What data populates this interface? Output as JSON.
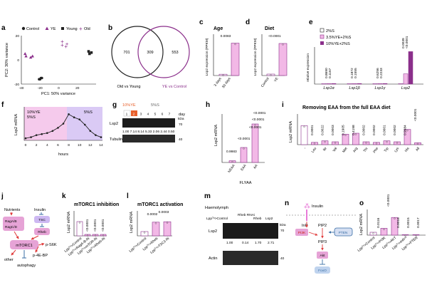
{
  "colors": {
    "purple": "#8b2f8b",
    "pink": "#f2b8e6",
    "lav": "#cdb8f2",
    "magenta": "#e87ad8",
    "blue": "#3a6ea5",
    "red": "#e03a3a",
    "orange": "#e8602c",
    "mtor": "#e6a3d6"
  },
  "a": {
    "label": "a",
    "legend": [
      "Control",
      "YE",
      "Young",
      "Old"
    ],
    "xlabel": "PC1: 50% variance",
    "ylabel": "PC2: 30% variance"
  },
  "b": {
    "label": "b",
    "n_left": "701",
    "n_mid": "309",
    "n_right": "553",
    "left_caption": "Old vs Young",
    "right_caption": "YE vs Control"
  },
  "c": {
    "label": "c",
    "title": "Age",
    "ylabel": "Lsp2 expression (FPKM)",
    "x": [
      "3 days",
      "50 days"
    ],
    "p": "0.0083"
  },
  "d": {
    "label": "d",
    "title": "Diet",
    "ylabel": "Lsp2 expression (FPKM)",
    "x": [
      "Control",
      "YE"
    ],
    "p": "<0.0001"
  },
  "e": {
    "label": "e",
    "legend": [
      "2%S",
      "3.5%YE+2%S",
      "10%YE+2%S"
    ],
    "ylabel": "relative expression",
    "x": [
      "Lsp1α",
      "Lsp1β",
      "Lsp1γ",
      "Lsp2"
    ],
    "p": [
      "0.8690",
      "0.1167",
      "0.1872",
      "0.1555",
      "0.6256",
      "0.2233",
      "0.0039",
      "<0.0001"
    ]
  },
  "f": {
    "label": "f",
    "ylabel": "Lsp2 mRNA",
    "xlabel": "hours",
    "ann1": "10%YE",
    "ann2": "5%S",
    "ann3": "5%S"
  },
  "g": {
    "label": "g",
    "ye": "10%YE",
    "s": "5%S",
    "lanes": [
      "1",
      "2",
      "3",
      "4",
      "5",
      "6",
      "7"
    ],
    "day": "day",
    "rows": [
      "Lsp2",
      "Tubulin"
    ],
    "kda": "kDa",
    "m1": "70",
    "m2": "40",
    "ratios": "1.00 7.14 8.14 5.33 2.06 2.44 0.50"
  },
  "h": {
    "label": "h",
    "ylabel": "Lsp2 mRNA",
    "x": [
      "NEAA",
      "EAA",
      "AA"
    ],
    "xlabel": "FLYAA",
    "p": [
      "0.9983",
      "<0.0001",
      "<0.0001",
      "<0.0001",
      "<0.0001"
    ]
  },
  "i": {
    "label": "i",
    "title": "Removing EAA  from the full EAA diet",
    "ylabel": "Lsp2 mRNA",
    "x": [
      "-",
      "Leu",
      "Ile",
      "Val",
      "Met",
      "Arg",
      "Thr",
      "Phe",
      "Trp",
      "Lys",
      "His",
      "All"
    ],
    "p": [
      "0.0001",
      "0.0022",
      "0.0003",
      "0.1905",
      "0.4198",
      "0.0002",
      "0.0002",
      "0.0001",
      "0.0002",
      "0.9684",
      "<0.0001"
    ]
  },
  "j": {
    "label": "j",
    "nutrients": "Nutrients",
    "insulin": "Insulin",
    "rag1": "RagA/B",
    "rag2": "RagC/D",
    "tsc": "TSC",
    "rheb": "Rheb",
    "mtorc1": "mTORC1",
    "other": "other",
    "autophagy": "autophagy",
    "s6k": "p-S6K",
    "ebp": "p-4E-BP"
  },
  "k": {
    "label": "k",
    "title": "mTORC1 inhibition",
    "ylabel": "Lsp2 mRNA",
    "g": "Lpp",
    "x": [
      "Lppᵀˢ>Control",
      "Lppᵀˢ>RagA-B-Ri",
      "Lppᵀˢ>mTOR-Ri",
      "Lppᵀˢ>Rheb-Ri"
    ],
    "p": [
      "<0.0001",
      "<0.0001",
      "<0.0001"
    ]
  },
  "l": {
    "label": "l",
    "title": "mTORC1 activation",
    "ylabel": "Lsp2 mRNA",
    "x": [
      "Lppᵀˢ>Control",
      "Lppᵀˢ>Rheb",
      "Lppᵀˢ>TSC1-Ri"
    ],
    "p": [
      "0.0002",
      "0.0003"
    ]
  },
  "m": {
    "label": "m",
    "title": "Haemolymph",
    "cols": [
      "Lppᵀˢ>Control",
      "Rheb RNAi",
      "Rheb",
      "Lsp2"
    ],
    "rows": [
      "Lsp2",
      "Actin"
    ],
    "kda": "kDa",
    "m1": "70",
    "m2": "40",
    "ratios": [
      "1.00",
      "0.14",
      "1.70",
      "2.71"
    ]
  },
  "n": {
    "label": "n",
    "insulin": "Insulin",
    "inr": "InR",
    "pi3k": "PI3K",
    "pip2": "PIP2",
    "pip3": "PIP3",
    "pten": "PTEN",
    "akt": "Akt",
    "foxo": "FoxO"
  },
  "o": {
    "label": "o",
    "ylabel": "Lsp2 mRNA",
    "x": [
      "Lppᵀˢ>Control",
      "Lppᵀˢ>PI3K",
      "Lppᵀˢ>AKT",
      "Lppᵀˢ>InRᶜᵃ",
      "Lppᵀˢ>PTEN"
    ],
    "p": [
      "0.0116",
      "<0.0001",
      "0.0016",
      "0.0015",
      "0.0017"
    ]
  },
  "chart_data": [
    {
      "panel": "a",
      "type": "scatter",
      "xlabel": "PC1: 50% variance",
      "ylabel": "PC2: 30% variance",
      "xlim": [
        -40,
        40
      ],
      "ylim": [
        -20,
        20
      ],
      "series": [
        {
          "name": "Control",
          "points": [
            [
              -20,
              -16
            ],
            [
              -19,
              -15
            ],
            [
              -18,
              -15
            ],
            [
              -21,
              -16
            ]
          ]
        },
        {
          "name": "YE",
          "points": [
            [
              -36,
              5
            ],
            [
              -30,
              2
            ],
            [
              -28,
              3
            ],
            [
              -35,
              3
            ]
          ]
        },
        {
          "name": "Young",
          "points": [
            [
              32,
              7
            ],
            [
              35,
              6
            ],
            [
              33,
              5
            ]
          ]
        },
        {
          "name": "Old",
          "points": [
            [
              4,
              15
            ],
            [
              9,
              13
            ],
            [
              8,
              11
            ],
            [
              4,
              12
            ]
          ]
        }
      ]
    },
    {
      "panel": "c",
      "type": "bar",
      "categories": [
        "3 days",
        "50 days"
      ],
      "values": [
        20,
        500
      ]
    },
    {
      "panel": "d",
      "type": "bar",
      "categories": [
        "Control",
        "YE"
      ],
      "values": [
        40,
        900
      ]
    },
    {
      "panel": "e",
      "type": "bar",
      "categories": [
        "Lsp1α",
        "Lsp1β",
        "Lsp1γ",
        "Lsp2"
      ],
      "series": [
        {
          "name": "2%S",
          "values": [
            2,
            2,
            2,
            2
          ]
        },
        {
          "name": "3.5%YE+2%S",
          "values": [
            3,
            3,
            3,
            300
          ]
        },
        {
          "name": "10%YE+2%S",
          "values": [
            3,
            3,
            3,
            950
          ]
        }
      ]
    },
    {
      "panel": "f",
      "type": "line",
      "xlabel": "hours",
      "ylabel": "Lsp2 mRNA",
      "x": [
        0,
        1,
        2,
        3,
        4,
        5,
        6,
        7,
        8,
        9,
        10,
        11,
        12,
        13,
        14
      ],
      "values": [
        2,
        3,
        5,
        6,
        7,
        9,
        12,
        16,
        25,
        22,
        20,
        15,
        9,
        5,
        3
      ],
      "xlim": [
        0,
        14
      ],
      "ylim": [
        0,
        30
      ]
    },
    {
      "panel": "h",
      "type": "bar",
      "categories": [
        "NEAA",
        "EAA",
        "AA"
      ],
      "values": [
        8,
        70,
        180
      ],
      "ylim": [
        0,
        200
      ]
    },
    {
      "panel": "i",
      "type": "bar",
      "categories": [
        "-",
        "Leu",
        "Ile",
        "Val",
        "Met",
        "Arg",
        "Thr",
        "Phe",
        "Trp",
        "Lys",
        "His",
        "All"
      ],
      "values": [
        1.0,
        0.12,
        0.2,
        0.15,
        0.55,
        0.6,
        0.15,
        0.12,
        0.2,
        0.15,
        0.8,
        0.1
      ],
      "ylim": [
        0,
        1.5
      ]
    },
    {
      "panel": "k",
      "type": "bar",
      "categories": [
        "Control",
        "RagA-B-Ri",
        "mTOR-Ri",
        "Rheb-Ri"
      ],
      "values": [
        1.0,
        0.1,
        0.1,
        0.1
      ],
      "ylim": [
        0,
        1.5
      ]
    },
    {
      "panel": "l",
      "type": "bar",
      "categories": [
        "Control",
        "Rheb",
        "TSC1-Ri"
      ],
      "values": [
        1.0,
        3.2,
        3.3
      ],
      "ylim": [
        0,
        5
      ]
    },
    {
      "panel": "o",
      "type": "bar",
      "categories": [
        "Control",
        "PI3K",
        "AKT",
        "InRca",
        "PTEN"
      ],
      "values": [
        1.0,
        2.4,
        6.2,
        0.05,
        0.05
      ],
      "ylim": [
        0,
        8
      ]
    }
  ]
}
